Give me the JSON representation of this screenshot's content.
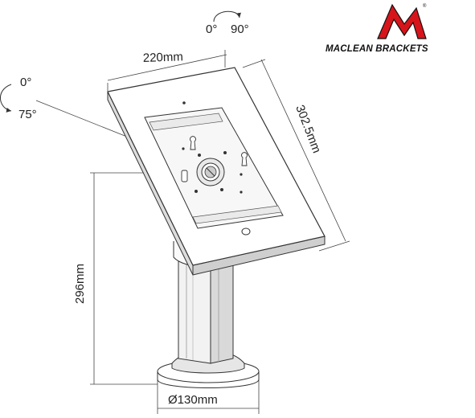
{
  "brand": {
    "name": "MACLEAN BRACKETS",
    "registered_mark": "®",
    "logo_color": "#d8141b"
  },
  "dimensions": {
    "width": "220mm",
    "height": "302.5mm",
    "stand_height": "296mm",
    "base_diameter": "Ø130mm"
  },
  "rotation": {
    "start": "0°",
    "end": "90°"
  },
  "tilt": {
    "start": "0°",
    "end": "75°"
  }
}
